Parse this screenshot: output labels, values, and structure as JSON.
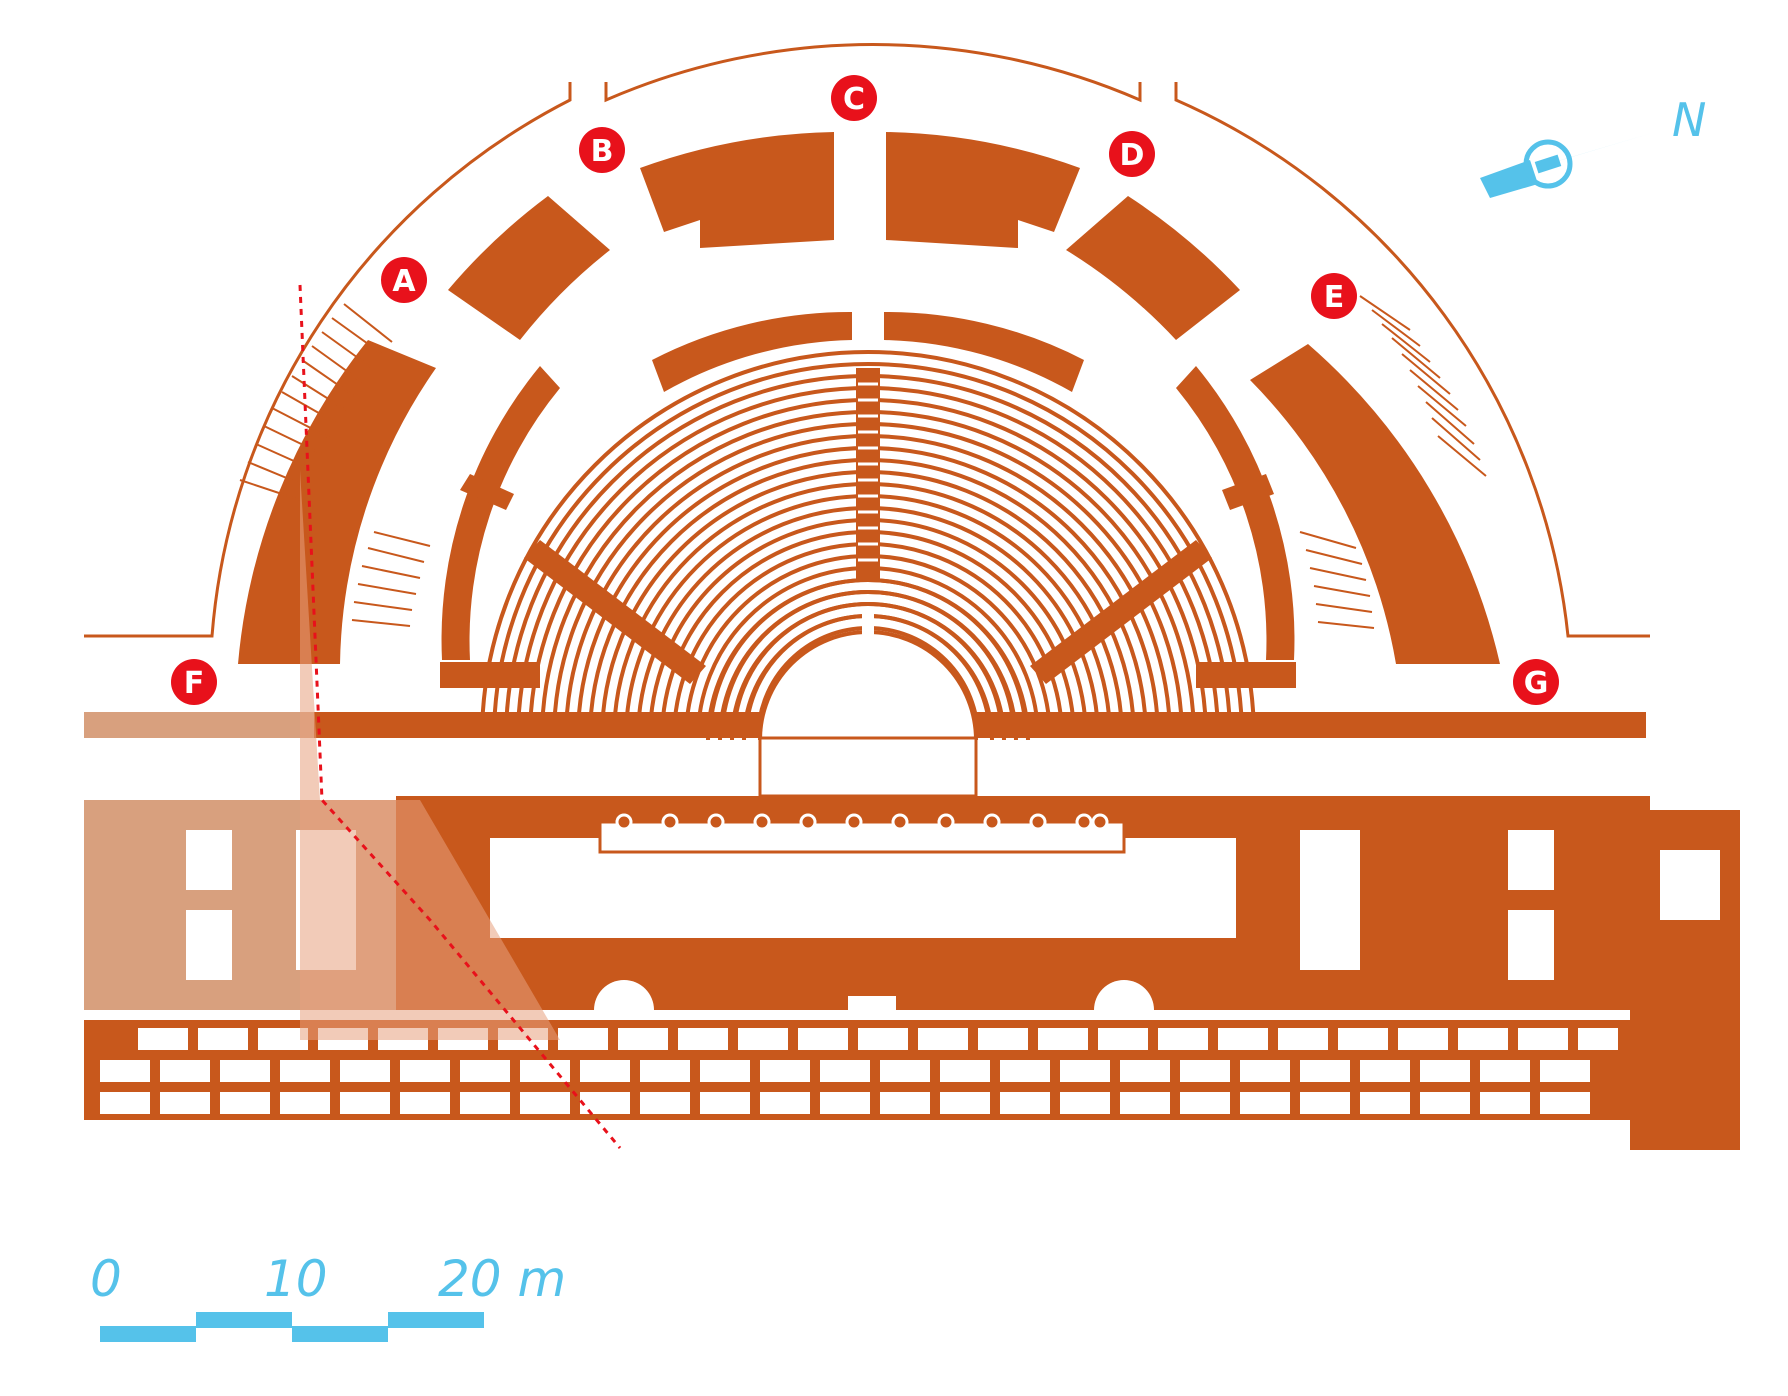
{
  "colors": {
    "masonry": "#c8581c",
    "masonry_light": "#d8a07e",
    "label_fill": "#e8111b",
    "label_text": "#ffffff",
    "scale": "#55c2ea",
    "section_line": "#e8111b"
  },
  "entrance_labels": [
    "A",
    "B",
    "C",
    "D",
    "E",
    "F",
    "G"
  ],
  "scale_bar": {
    "ticks": [
      "0",
      "10",
      "20 m"
    ],
    "unit": "m"
  },
  "north_arrow": {
    "label": "N",
    "icon": "compass-needle-icon"
  }
}
